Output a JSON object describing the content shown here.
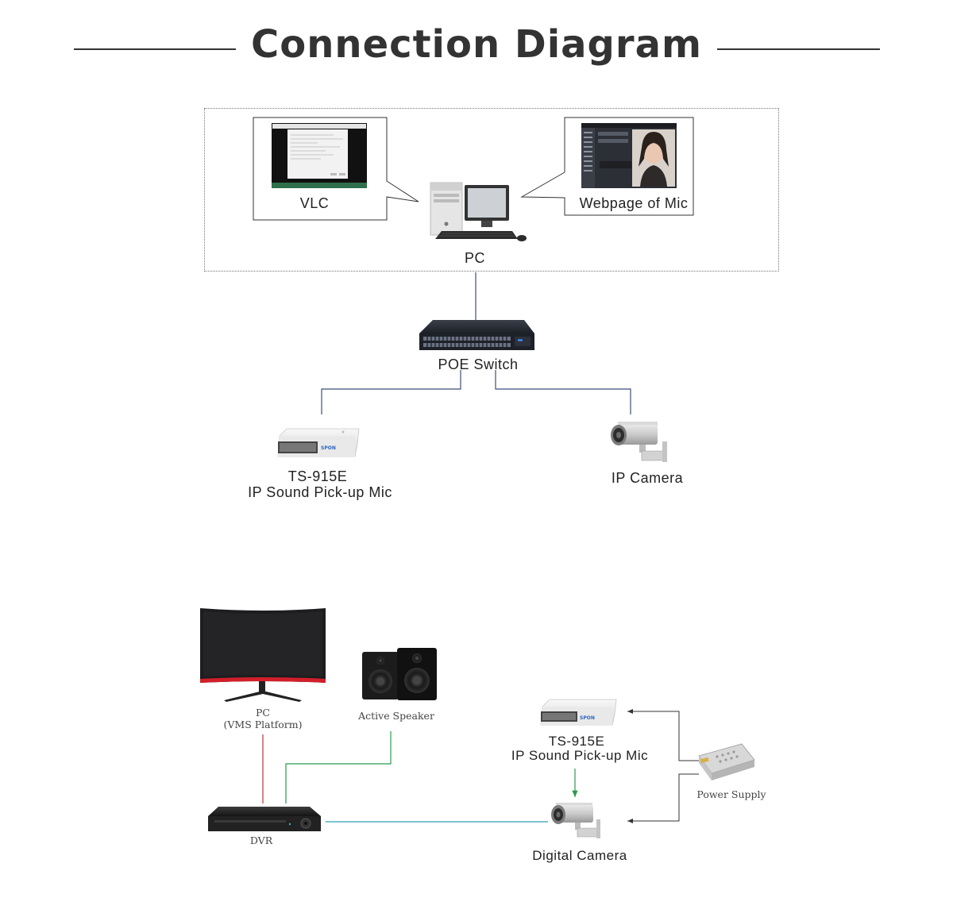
{
  "title": "Connection Diagram",
  "diagram1": {
    "vlc_label": "VLC",
    "webpage_label": "Webpage of Mic",
    "pc_label": "PC",
    "switch_label": "POE Switch",
    "mic_model": "TS-915E",
    "mic_name": "IP Sound Pick-up Mic",
    "camera_label": "IP Camera",
    "line_color": "#3f4d7a"
  },
  "diagram2": {
    "pc_label": "PC",
    "pc_sub": "(VMS Platform)",
    "speaker_label": "Active Speaker",
    "dvr_label": "DVR",
    "mic_model": "TS-915E",
    "mic_name": "IP Sound Pick-up Mic",
    "camera_label": "Digital Camera",
    "power_label": "Power Supply",
    "colors": {
      "pc_dvr": "#c0333a",
      "speaker_dvr": "#2a9a4e",
      "dvr_camera": "#2aa1b3",
      "mic_camera": "#2a9a4e",
      "power": "#333333"
    }
  }
}
